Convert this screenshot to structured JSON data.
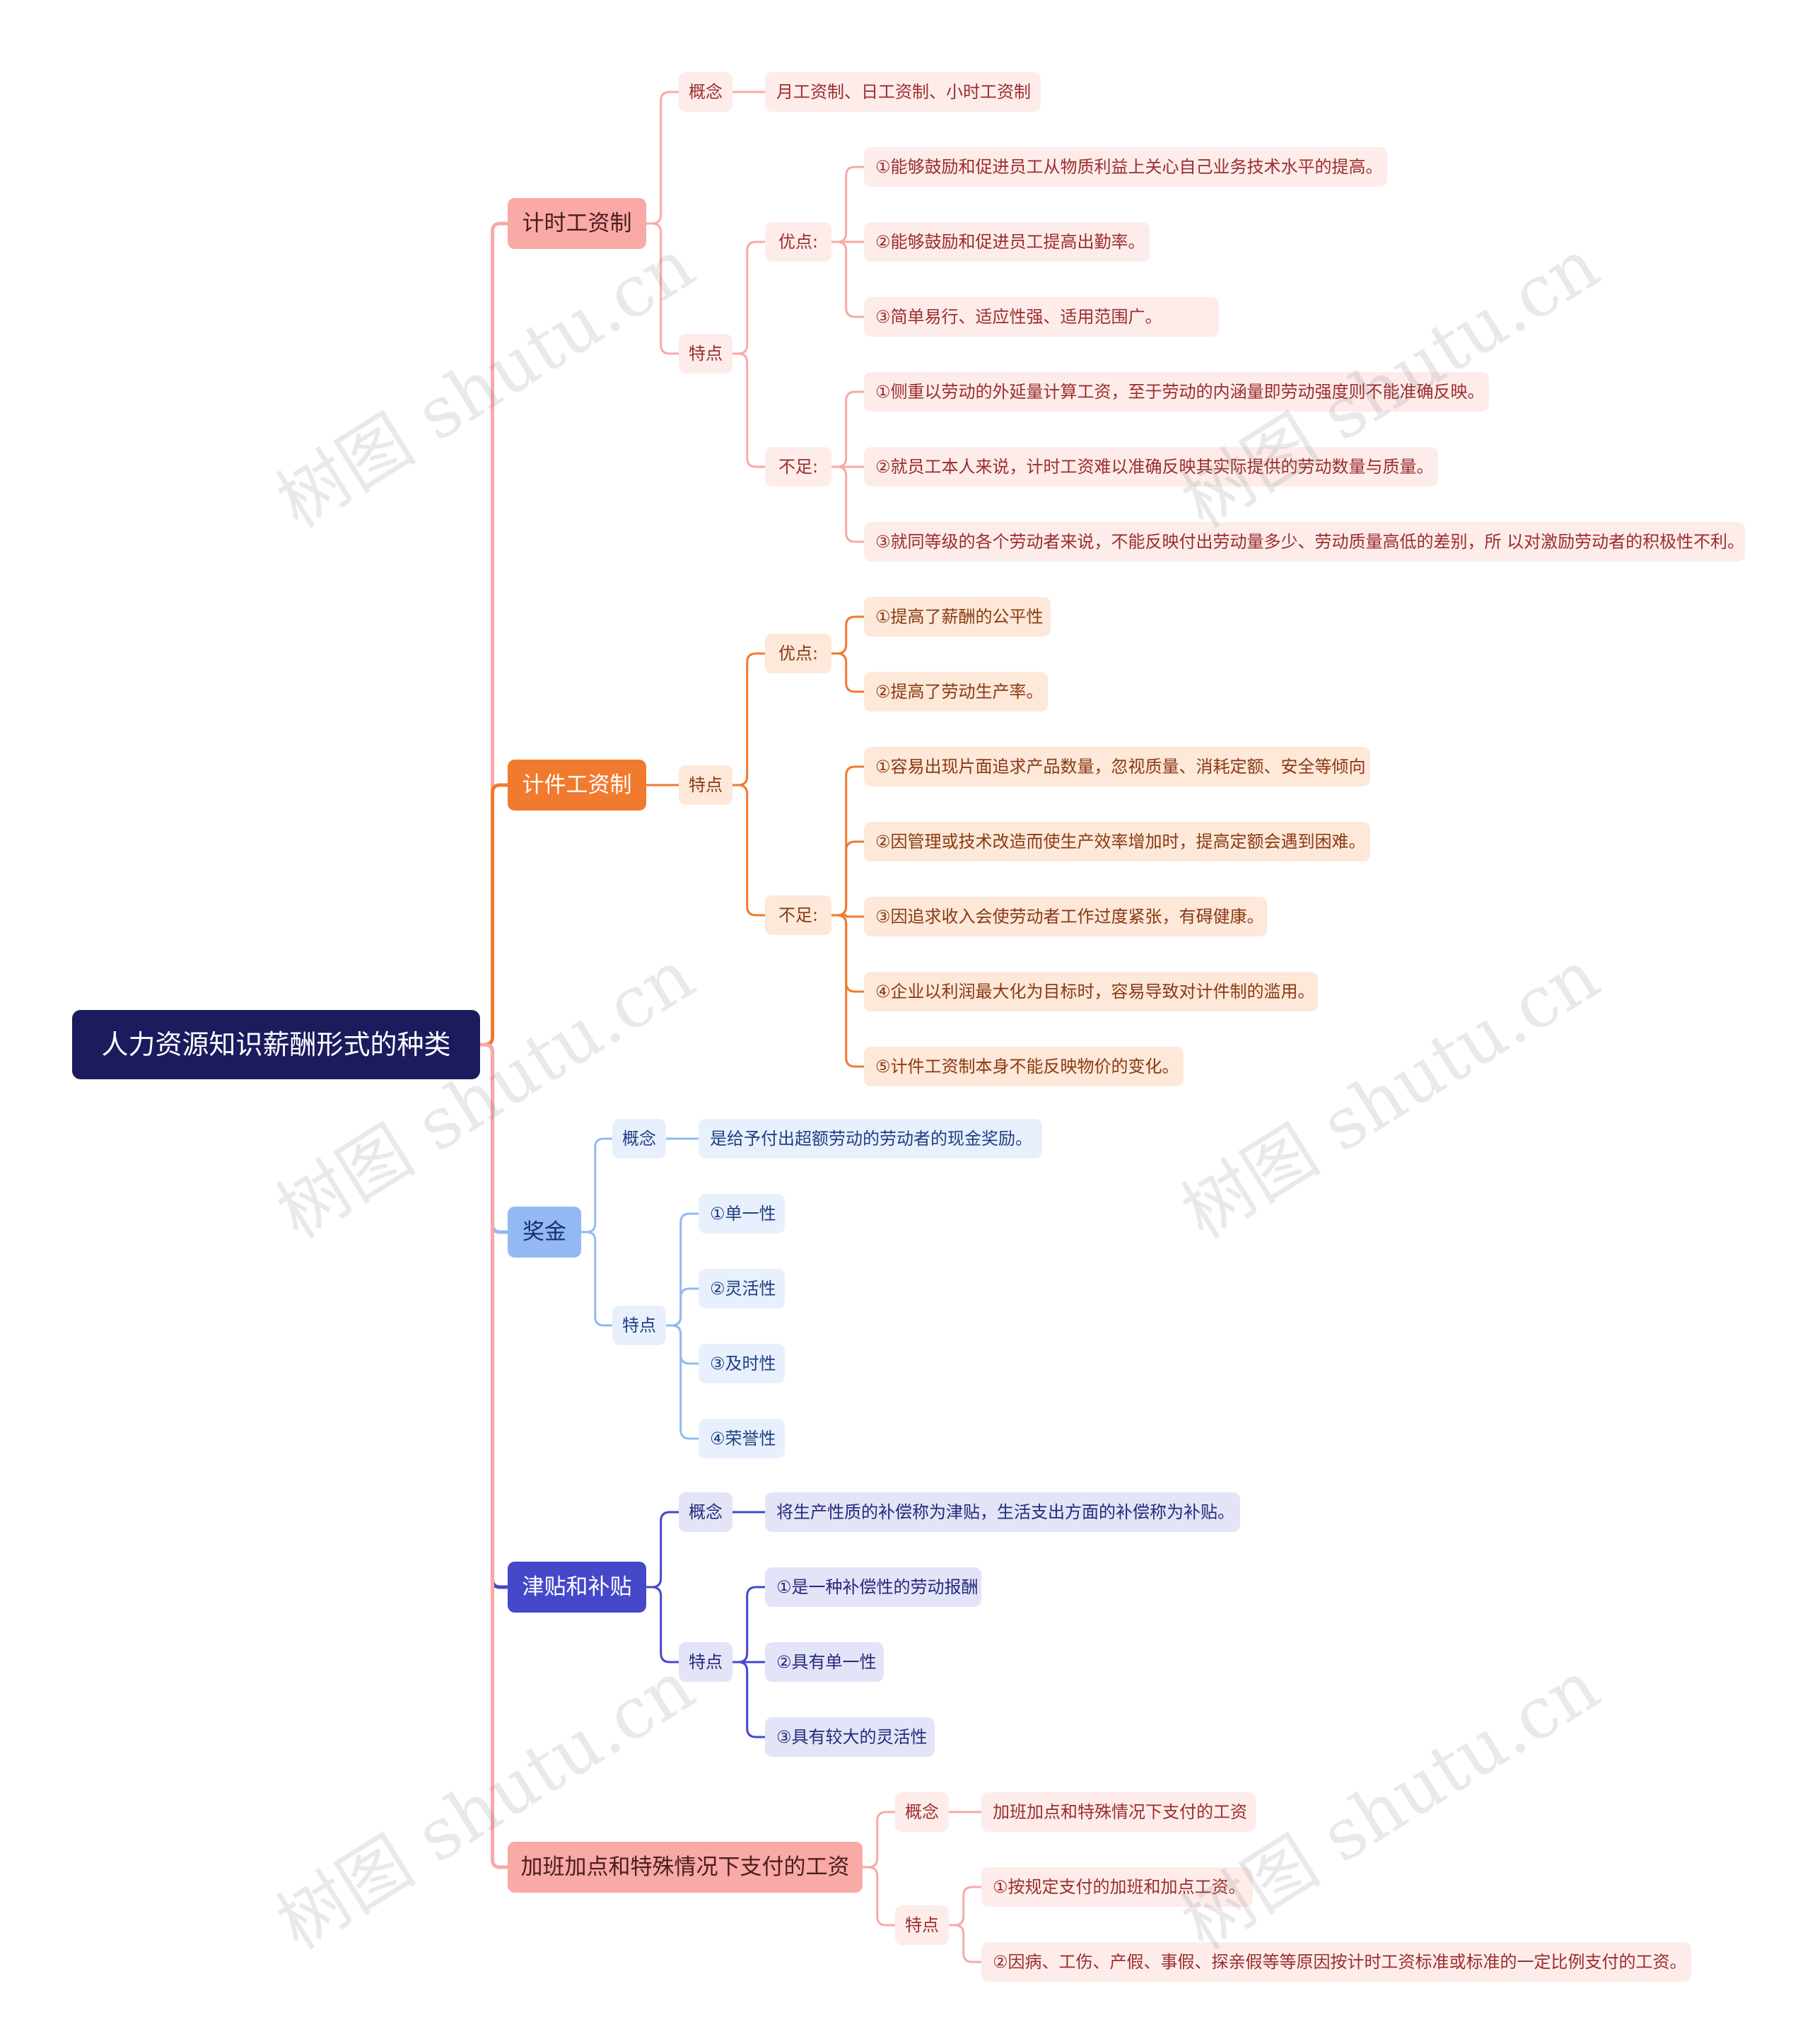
{
  "root": "人力资源知识薪酬形式的种类",
  "watermark": "树图 shutu.cn",
  "branches": [
    {
      "label": "计时工资制",
      "concept_label": "概念",
      "concept_text": "月工资制、日工资制、小时工资制",
      "feature_label": "特点",
      "pros_label": "优点:",
      "pros": [
        "①能够鼓励和促进员工从物质利益上关心自己业务技术水平的提高。",
        "②能够鼓励和促进员工提高出勤率。",
        "③简单易行、适应性强、适用范围广。"
      ],
      "cons_label": "不足:",
      "cons": [
        "①侧重以劳动的外延量计算工资，至于劳动的内涵量即劳动强度则不能准确反映。",
        "②就员工本人来说，计时工资难以准确反映其实际提供的劳动数量与质量。",
        "③就同等级的各个劳动者来说，不能反映付出劳动量多少、劳动质量高低的差别，所 以对激励劳动者的积极性不利。"
      ]
    },
    {
      "label": "计件工资制",
      "feature_label": "特点",
      "pros_label": "优点:",
      "pros": [
        "①提高了薪酬的公平性",
        "②提高了劳动生产率。"
      ],
      "cons_label": "不足:",
      "cons": [
        "①容易出现片面追求产品数量，忽视质量、消耗定额、安全等倾向",
        "②因管理或技术改造而使生产效率增加时，提高定额会遇到困难。",
        "③因追求收入会使劳动者工作过度紧张，有碍健康。",
        "④企业以利润最大化为目标时，容易导致对计件制的滥用。",
        "⑤计件工资制本身不能反映物价的变化。"
      ]
    },
    {
      "label": "奖金",
      "concept_label": "概念",
      "concept_text": "是给予付出超额劳动的劳动者的现金奖励。",
      "feature_label": "特点",
      "features": [
        "①单一性",
        "②灵活性",
        "③及时性",
        "④荣誉性"
      ]
    },
    {
      "label": "津贴和补贴",
      "concept_label": "概念",
      "concept_text": "将生产性质的补偿称为津贴，生活支出方面的补偿称为补贴。",
      "feature_label": "特点",
      "features": [
        "①是一种补偿性的劳动报酬",
        "②具有单一性",
        "③具有较大的灵活性"
      ]
    },
    {
      "label": "加班加点和特殊情况下支付的工资",
      "concept_label": "概念",
      "concept_text": "加班加点和特殊情况下支付的工资",
      "feature_label": "特点",
      "features": [
        "①按规定支付的加班和加点工资。",
        "②因病、工伤、产假、事假、探亲假等等原因按计时工资标准或标准的一定比例支付的工资。"
      ]
    }
  ],
  "colors": {
    "root": "#1b1b5e",
    "branch1": "#f9a9a6",
    "branch2": "#f07a2e",
    "branch3": "#93b8f3",
    "branch4": "#4548c9",
    "branch5": "#f9a9a6"
  }
}
